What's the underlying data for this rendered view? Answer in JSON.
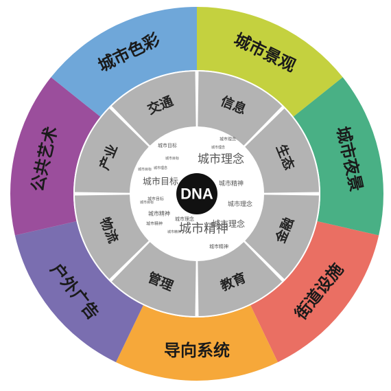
{
  "center": {
    "label": "DNA"
  },
  "outer_ring": [
    {
      "label": "城市景观",
      "color": "#c4d13f"
    },
    {
      "label": "城市夜景",
      "color": "#49b085"
    },
    {
      "label": "街道设施",
      "color": "#ea6f63"
    },
    {
      "label": "导向系统",
      "color": "#f6a83a"
    },
    {
      "label": "户外广告",
      "color": "#7a6eb0"
    },
    {
      "label": "公共艺术",
      "color": "#9b4e9c"
    },
    {
      "label": "城市色彩",
      "color": "#6fa7d9"
    }
  ],
  "middle_ring": [
    {
      "label": "信息"
    },
    {
      "label": "生态"
    },
    {
      "label": "金融"
    },
    {
      "label": "教育"
    },
    {
      "label": "管理"
    },
    {
      "label": "物流"
    },
    {
      "label": "产业"
    },
    {
      "label": "交通"
    }
  ],
  "word_cloud": [
    {
      "text": "城市理念",
      "size": 17
    },
    {
      "text": "城市目标",
      "size": 13
    },
    {
      "text": "城市精神",
      "size": 18
    },
    {
      "text": "城市理念",
      "size": 12
    },
    {
      "text": "城市精神",
      "size": 9
    },
    {
      "text": "城市目标",
      "size": 7
    },
    {
      "text": "城市理念",
      "size": 6
    },
    {
      "text": "城市理念",
      "size": 9
    },
    {
      "text": "城市精神",
      "size": 8
    },
    {
      "text": "城市理念",
      "size": 7
    },
    {
      "text": "城市精神",
      "size": 7
    },
    {
      "text": "城市精神",
      "size": 6
    },
    {
      "text": "城市目标",
      "size": 6
    },
    {
      "text": "城市目标",
      "size": 5
    },
    {
      "text": "城市理念",
      "size": 5
    },
    {
      "text": "城市精神",
      "size": 5
    },
    {
      "text": "城市目标",
      "size": 5
    },
    {
      "text": "城市理念",
      "size": 5
    },
    {
      "text": "城市目标",
      "size": 5
    }
  ],
  "colors": {
    "middle_ring": "#b3b3b3",
    "inner_disc": "#ffffff",
    "center": "#111111",
    "separator": "#ffffff"
  }
}
